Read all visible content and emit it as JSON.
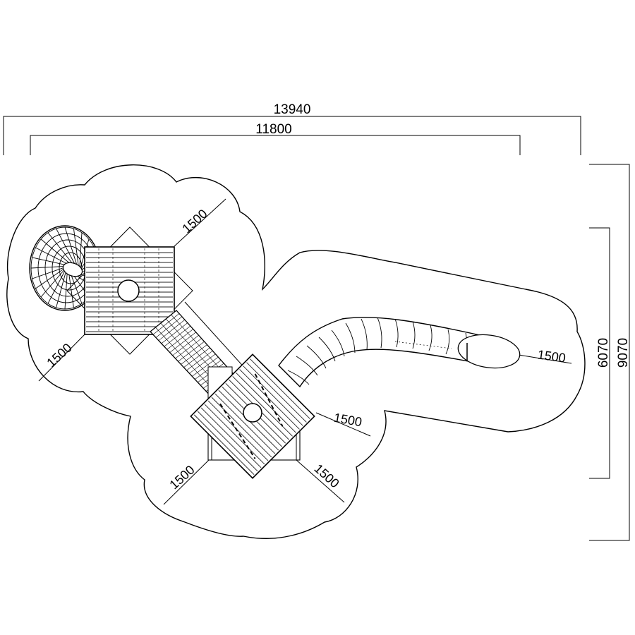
{
  "dimensions": {
    "overall_width": "13940",
    "inner_width": "11800",
    "inner_depth": "6070",
    "overall_depth": "9070"
  },
  "safety_zone_labels": {
    "top_left_tower_ne": "1500",
    "top_left_tower_sw": "1500",
    "slide_end": "1500",
    "center_tower_e": "1500",
    "center_tower_sw": "1500",
    "center_tower_se": "1500"
  },
  "line_color": "#000000",
  "background_color": "#ffffff"
}
